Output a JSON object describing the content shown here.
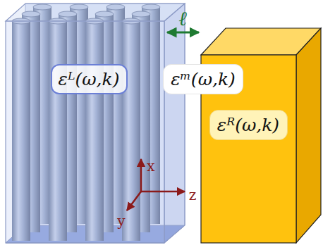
{
  "diagram": {
    "nodes": [
      {
        "text": [
          "εᴸ(ω,k)"
        ]
      },
      {
        "text": [
          "εᵐ(ω,k)"
        ]
      },
      {
        "text": [
          "εᴿ(ω,k)"
        ]
      }
    ],
    "labels": [
      "ℓ",
      "x",
      "z",
      "y"
    ]
  }
}
